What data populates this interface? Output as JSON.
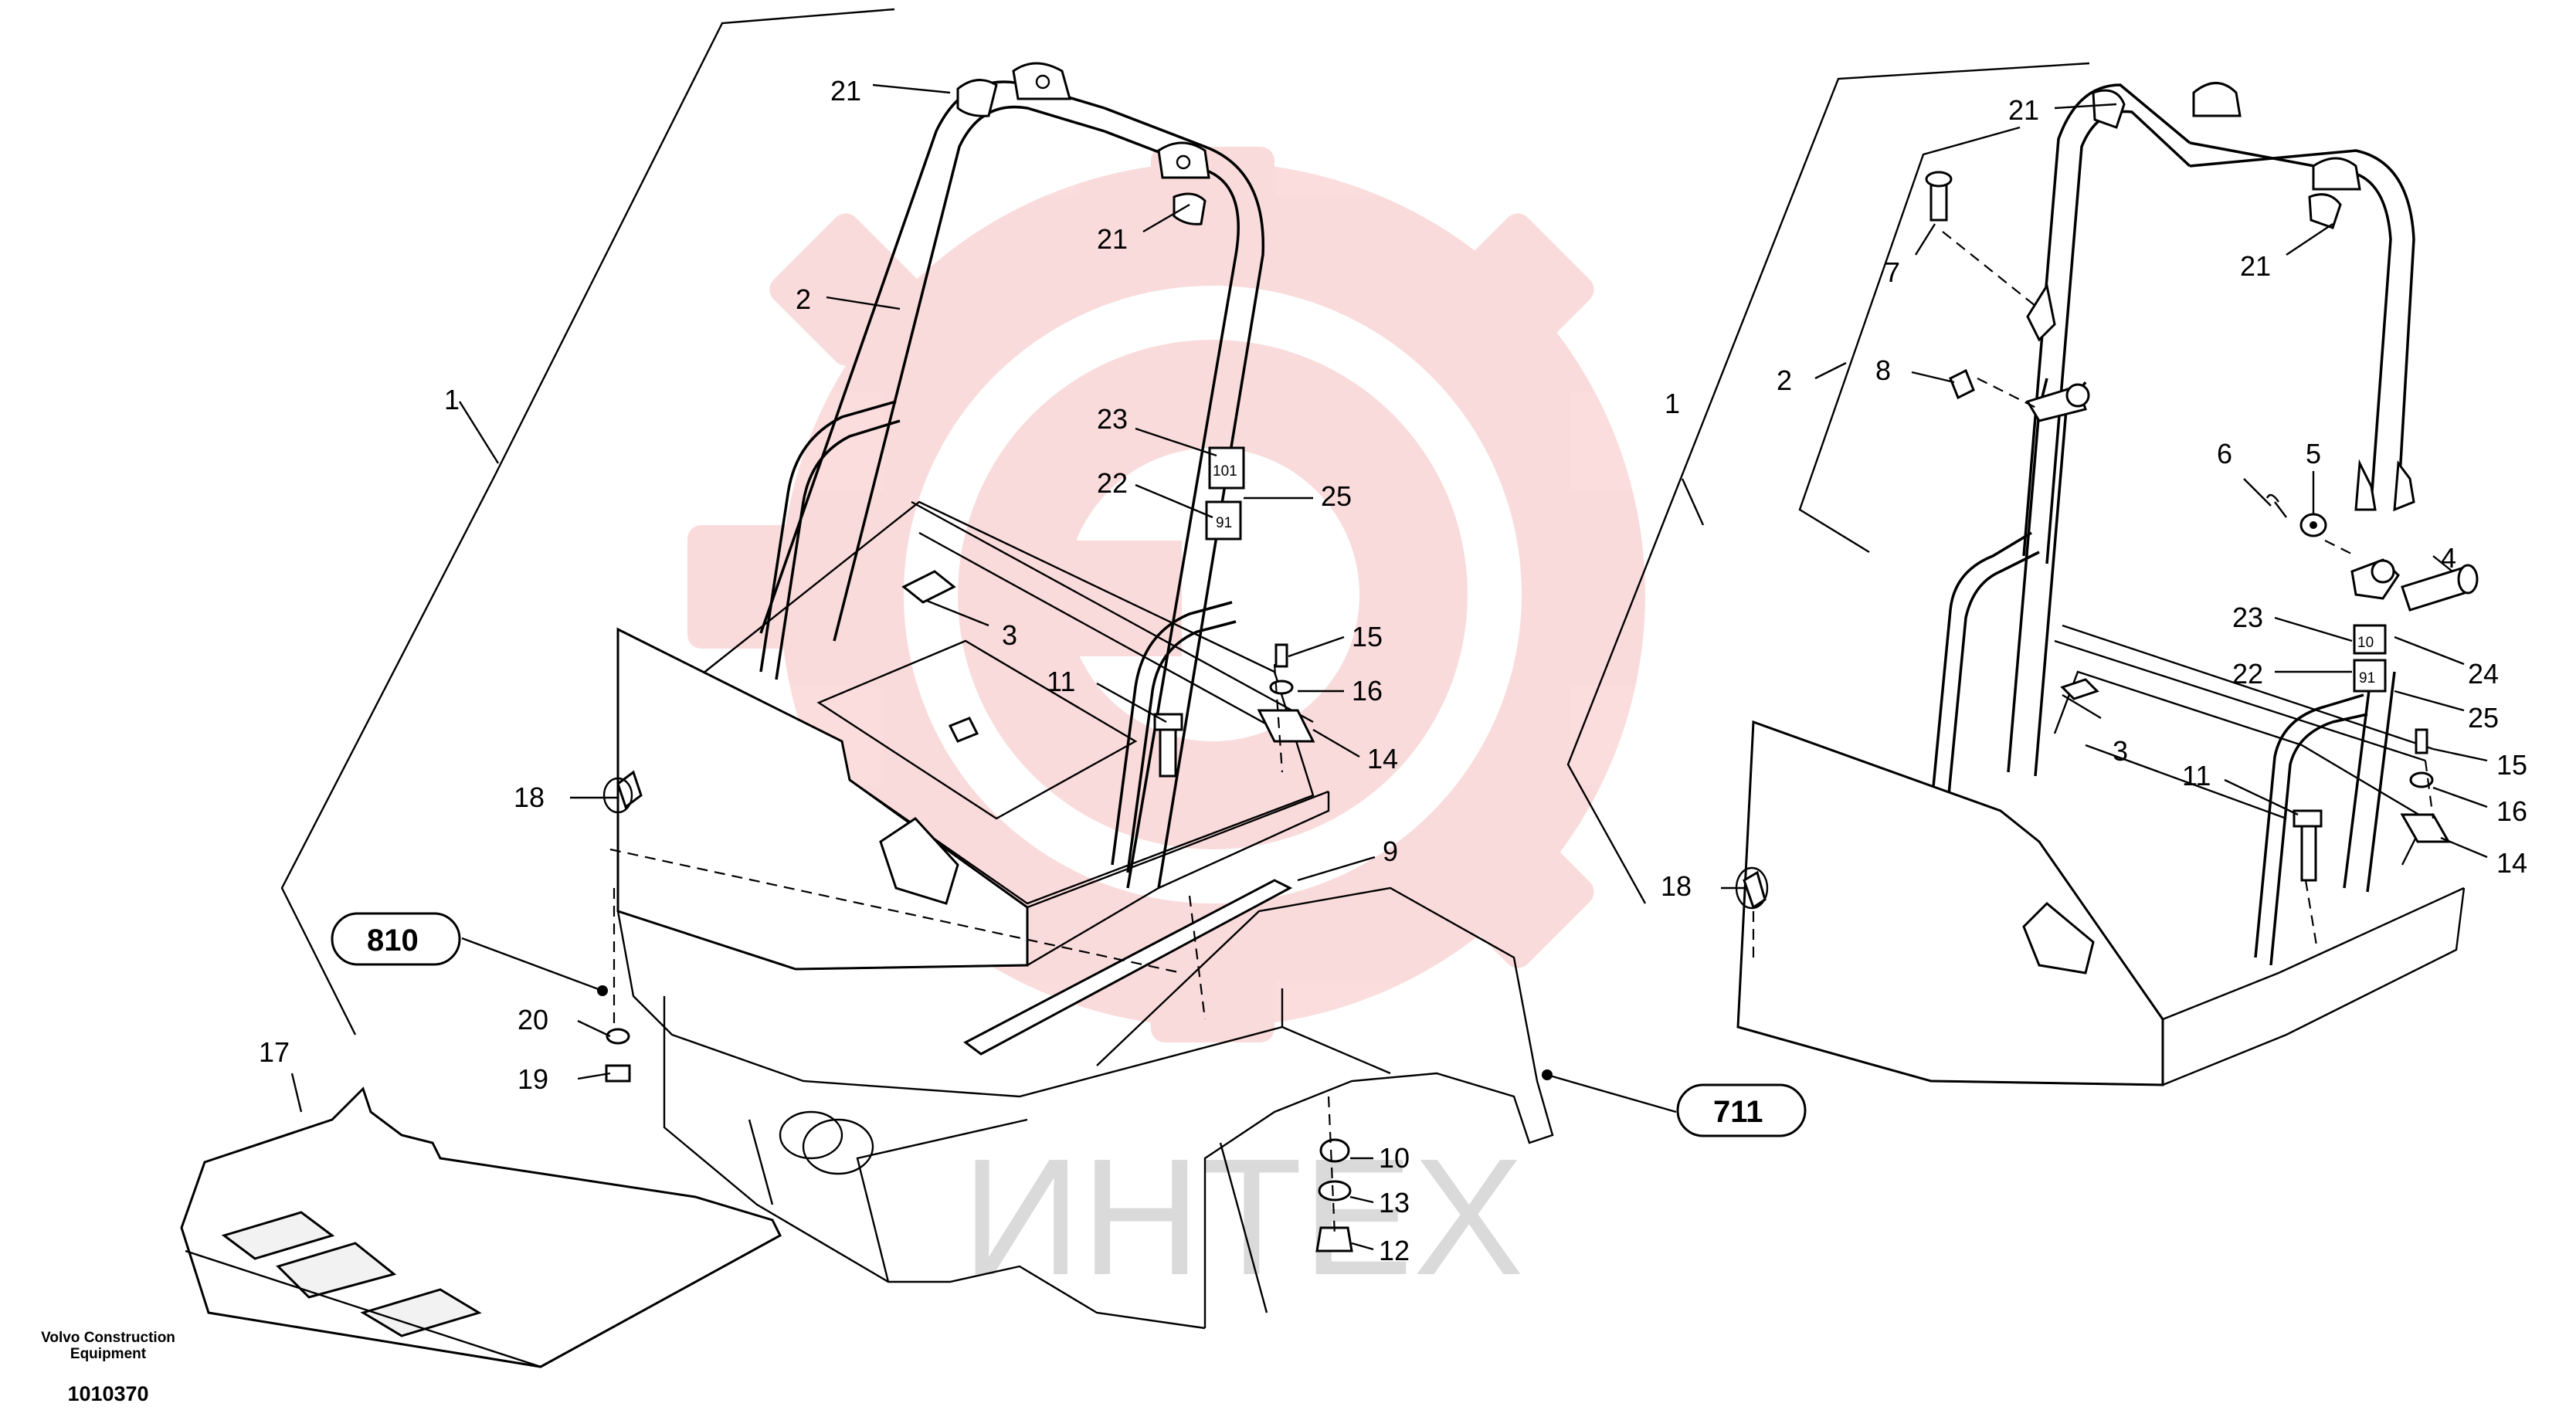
{
  "diagram": {
    "part_labels": [
      "21",
      "21",
      "2",
      "1",
      "23",
      "22",
      "25",
      "3",
      "11",
      "15",
      "16",
      "14",
      "18",
      "9",
      "20",
      "19",
      "17",
      "10",
      "13",
      "12",
      "21",
      "21",
      "7",
      "8",
      "2",
      "1",
      "6",
      "5",
      "4",
      "23",
      "24",
      "22",
      "25",
      "3",
      "11",
      "15",
      "16",
      "14",
      "18"
    ],
    "references": [
      "810",
      "711"
    ],
    "tag_top": "101",
    "tag_bottom": "91",
    "tag_top_right": "10",
    "tag_bottom_right": "91",
    "watermark_text": "ИНТЕХ",
    "watermark_color": "#e84040"
  },
  "footer": {
    "company": "Volvo Construction Equipment",
    "document_number": "1010370"
  }
}
